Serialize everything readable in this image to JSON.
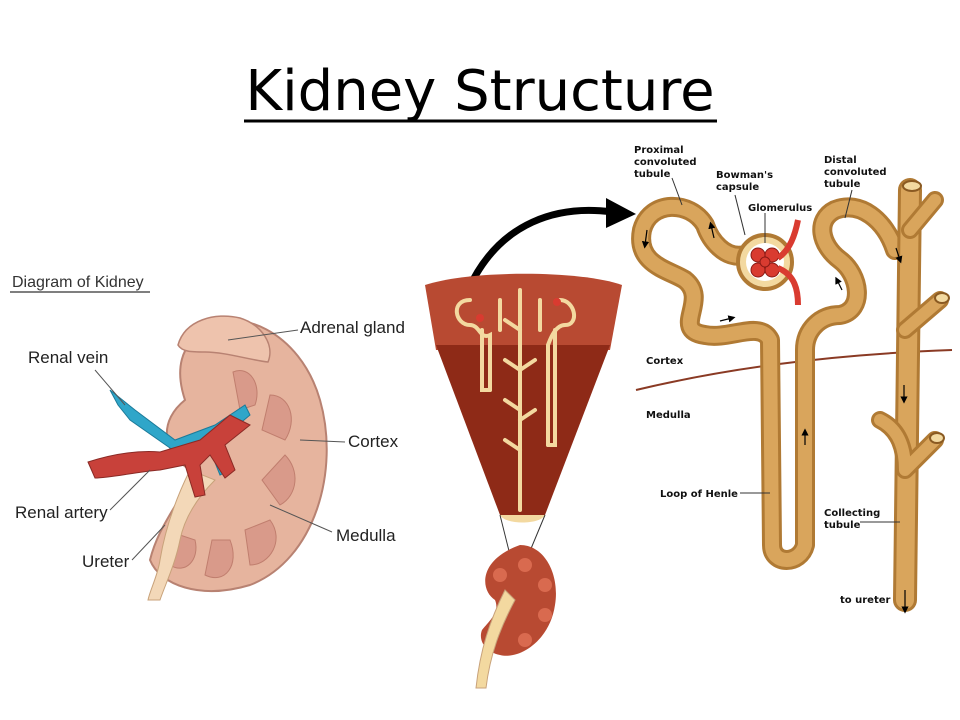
{
  "title": "Kidney Structure",
  "left_diagram": {
    "heading": "Diagram of Kidney",
    "labels": {
      "adrenal_gland": "Adrenal gland",
      "renal_vein": "Renal vein",
      "cortex": "Cortex",
      "renal_artery": "Renal artery",
      "medulla": "Medulla",
      "ureter": "Ureter"
    }
  },
  "nephron_diagram": {
    "labels": {
      "proximal_1": "Proximal",
      "proximal_2": "convoluted",
      "proximal_3": "tubule",
      "bowman_1": "Bowman's",
      "bowman_2": "capsule",
      "glomerulus": "Glomerulus",
      "distal_1": "Distal",
      "distal_2": "convoluted",
      "distal_3": "tubule",
      "cortex": "Cortex",
      "medulla": "Medulla",
      "loop_of_henle": "Loop of Henle",
      "collecting_1": "Collecting",
      "collecting_2": "tubule",
      "to_ureter": "to ureter"
    }
  },
  "colors": {
    "tubule": "#d9a55c",
    "tubule_light": "#f3d9a0",
    "blood_red": "#d93b30",
    "vein_blue": "#2fa6c9",
    "kidney_pink": "#e6b49e",
    "medulla_dark": "#8e2a17"
  }
}
